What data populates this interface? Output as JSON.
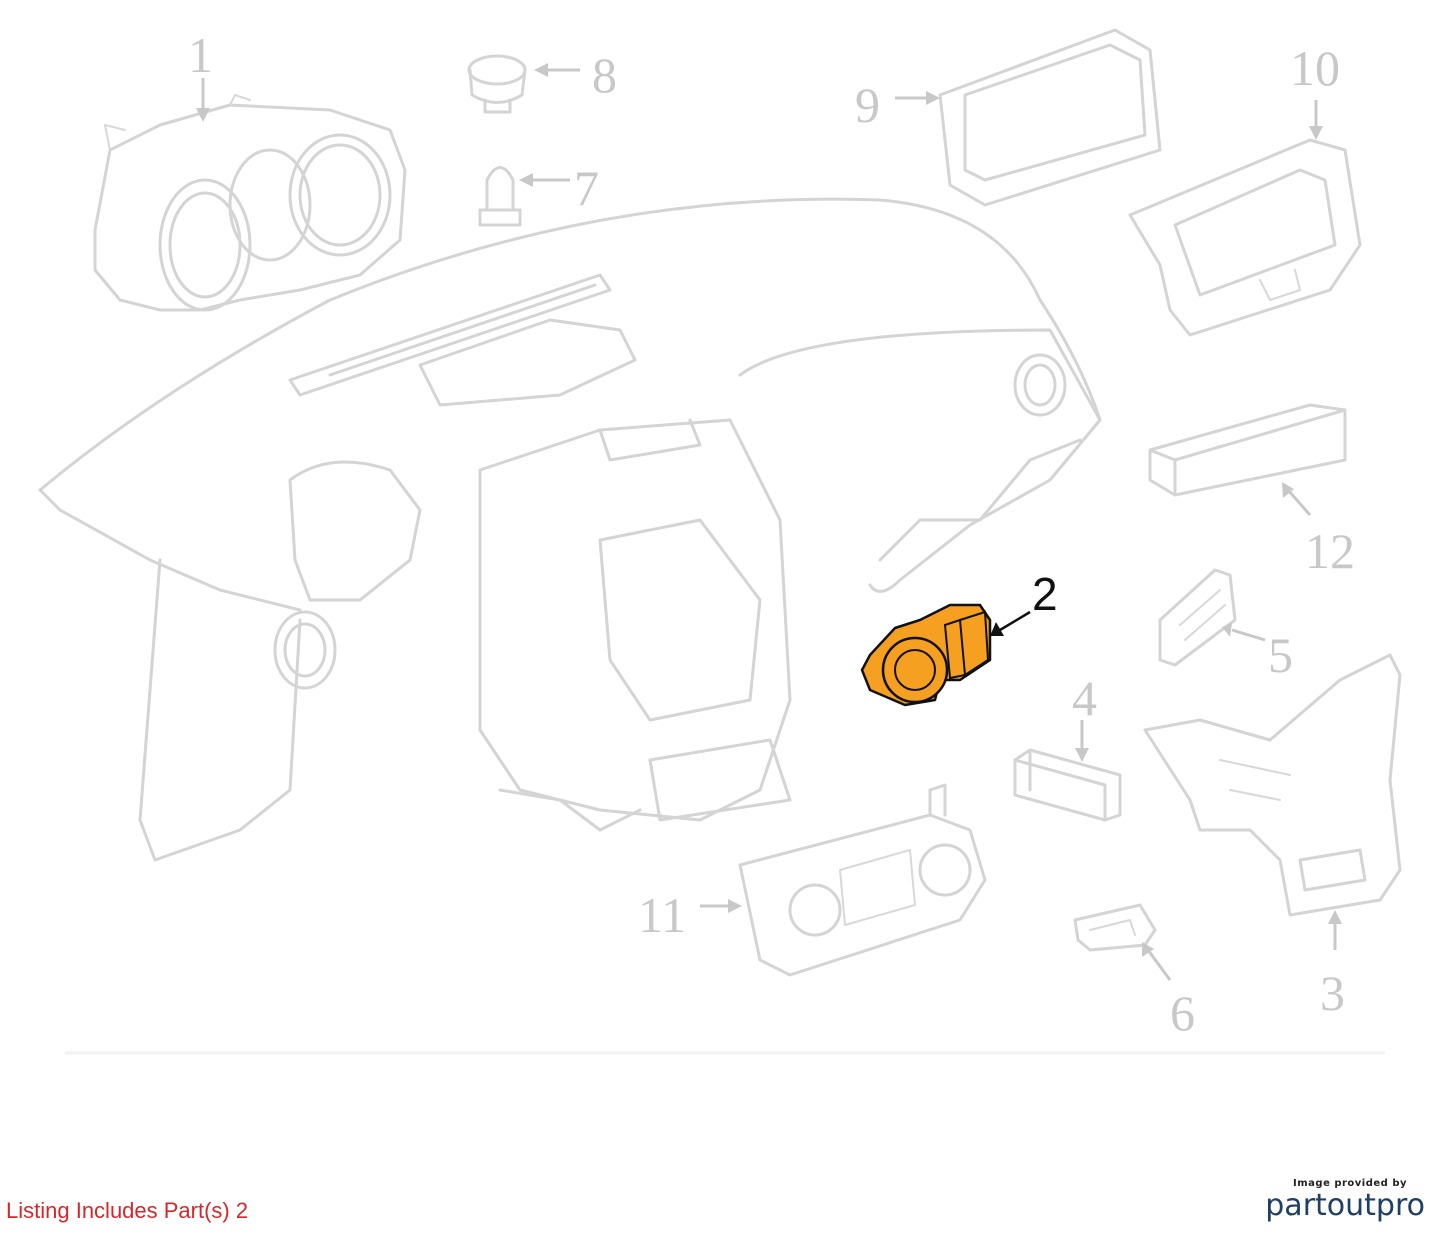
{
  "diagram": {
    "callouts": [
      "1",
      "8",
      "7",
      "9",
      "10",
      "12",
      "2",
      "5",
      "4",
      "3",
      "11",
      "6"
    ],
    "highlighted_callout": "2",
    "highlight_color": "#f5a020",
    "line_color": "#d4d4d4"
  },
  "footer": {
    "listing_note": "Listing Includes Part(s) 2",
    "listing_note_color": "#d8262a",
    "brand_caption": "Image provided by",
    "brand_name_part1": "partout",
    "brand_name_part2": "pro",
    "brand_color": "#1e3f66"
  }
}
